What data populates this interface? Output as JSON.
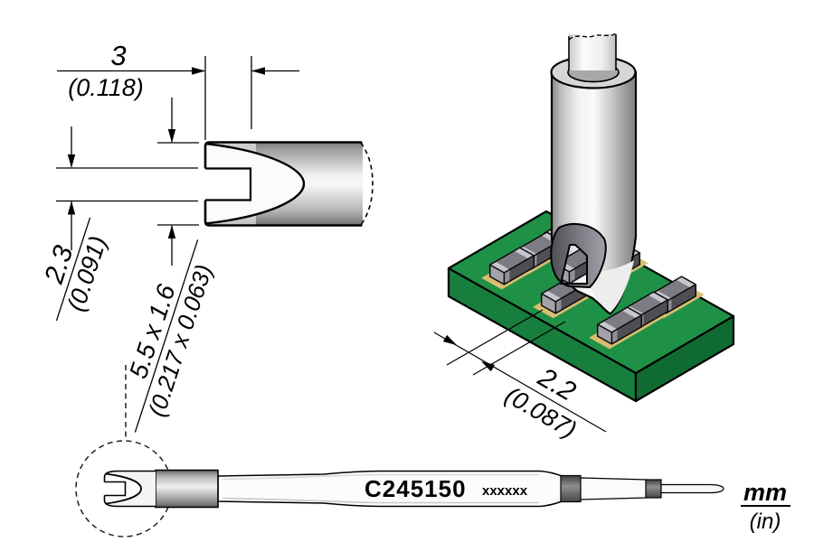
{
  "front_view": {
    "slot_depth_mm": "3",
    "slot_depth_in": "(0.118)",
    "slot_width_mm": "2.3",
    "slot_width_in": "(0.091)",
    "tip_size_mm": "5.5 x 1.6",
    "tip_size_in": "(0.217 x 0.063)"
  },
  "illustration": {
    "chip_width_mm": "2.2",
    "chip_width_in": "(0.087)"
  },
  "cartridge": {
    "model": "C245150",
    "marking": "xxxxxx"
  },
  "units": {
    "primary": "mm",
    "secondary": "(in)"
  },
  "colors": {
    "pcb_top": "#1f9147",
    "pcb_side_left": "#187e3e",
    "pcb_side_right": "#106b32",
    "pad_gold": "#d9bd72",
    "chip_body": "#4e4e54",
    "chip_cap": "#c6c6ce",
    "line": "#000000"
  }
}
